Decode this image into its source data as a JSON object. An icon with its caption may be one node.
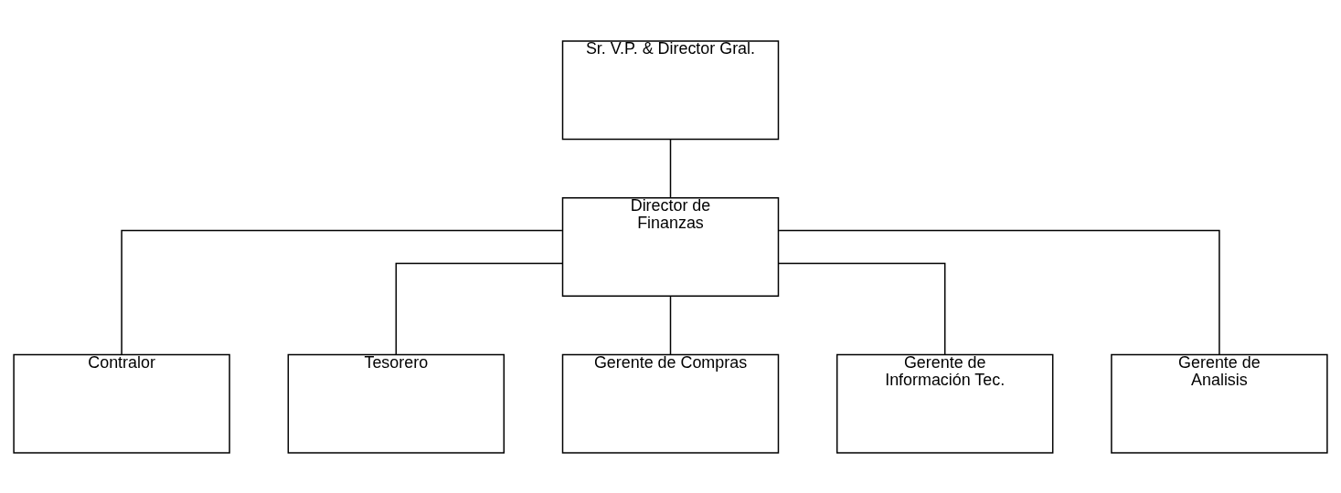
{
  "diagram": {
    "nodes": [
      {
        "text": [
          "Sr. V.P. & Director Gral."
        ]
      },
      {
        "text": [
          "Director de Finanzas"
        ]
      },
      {
        "text": [
          "Contralor"
        ]
      },
      {
        "text": [
          "Tesorero"
        ]
      },
      {
        "text": [
          "Gerente de Compras"
        ]
      },
      {
        "text": [
          "Gerente de Información Tec."
        ]
      },
      {
        "text": [
          "Gerente de Analisis"
        ]
      }
    ],
    "edges": [
      {
        "from": 0,
        "to": 1,
        "arrow": "none"
      },
      {
        "from": 1,
        "to": 2,
        "arrow": "none"
      },
      {
        "from": 1,
        "to": 3,
        "arrow": "none"
      },
      {
        "from": 1,
        "to": 4,
        "arrow": "none"
      },
      {
        "from": 1,
        "to": 5,
        "arrow": "none"
      },
      {
        "from": 1,
        "to": 6,
        "arrow": "none"
      }
    ]
  }
}
